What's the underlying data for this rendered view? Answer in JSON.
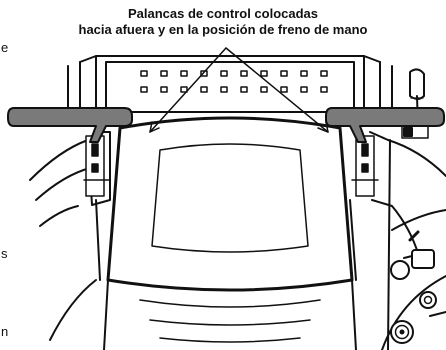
{
  "callout": {
    "line1": "Palancas de control colocadas",
    "line2": "hacia afuera y en la posición de freno de mano"
  },
  "edge_text": {
    "top": "e",
    "middle": "s",
    "bottom": "n"
  },
  "colors": {
    "ink": "#111111",
    "lever_fill": "#7a7a7a",
    "background": "#ffffff"
  }
}
